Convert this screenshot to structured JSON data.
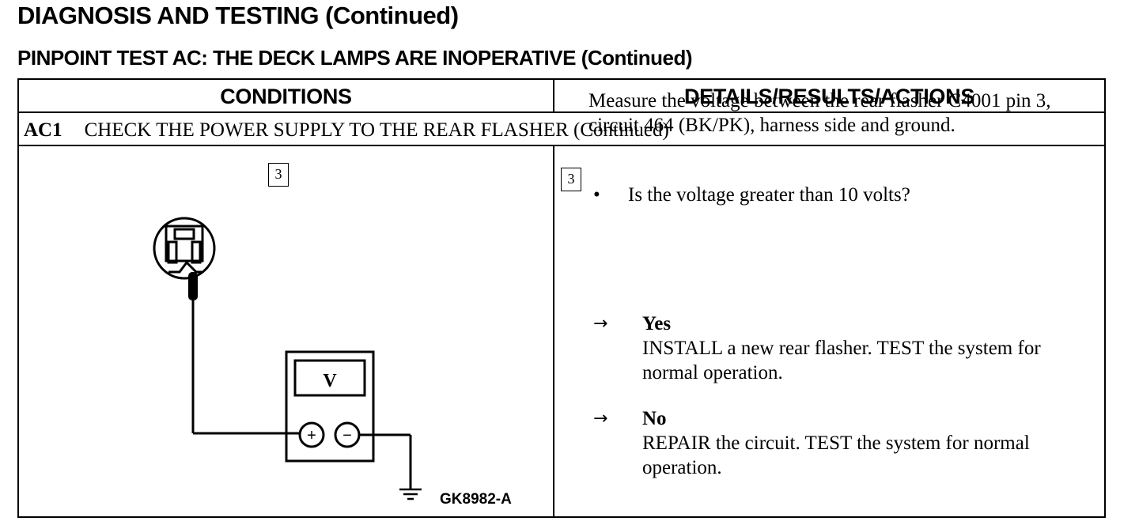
{
  "document": {
    "title": "DIAGNOSIS AND TESTING (Continued)",
    "subtitle": "PINPOINT TEST AC:  THE DECK LAMPS ARE INOPERATIVE (Continued)"
  },
  "table": {
    "headers": {
      "conditions": "CONDITIONS",
      "details": "DETAILS/RESULTS/ACTIONS"
    },
    "step": {
      "id": "AC1",
      "title": "CHECK THE POWER SUPPLY TO THE REAR FLASHER (Continued)"
    },
    "substep_number": "3",
    "illustration": {
      "meter_label": "V",
      "plus_symbol": "+",
      "minus_symbol": "−",
      "figure_id": "GK8982-A"
    },
    "details": {
      "instruction": "Measure the voltage between the rear flasher C4001 pin 3, circuit 464 (BK/PK), harness side and ground.",
      "bullet": "•",
      "question": "Is the voltage greater than 10 volts?",
      "arrow": "→",
      "results": [
        {
          "label": "Yes",
          "action": "INSTALL a new rear flasher. TEST the system for normal operation."
        },
        {
          "label": "No",
          "action": "REPAIR the circuit. TEST the system for normal operation."
        }
      ]
    }
  }
}
